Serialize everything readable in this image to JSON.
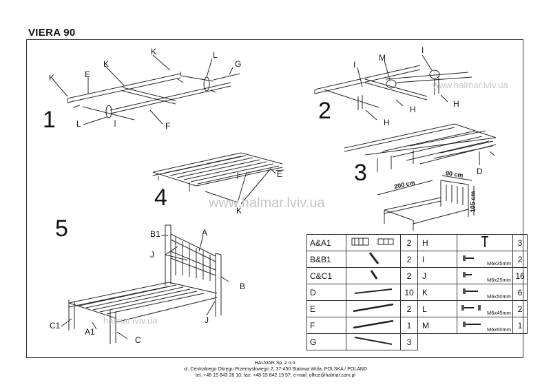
{
  "doc": {
    "title": "VIERA 90",
    "steps": [
      "1",
      "2",
      "3",
      "4",
      "5"
    ],
    "watermarks": [
      "www.halmar.lviv.ua",
      "www.halmar.lviv.ua",
      "halmar.lviv.ua"
    ],
    "dimensions": {
      "length": "200 cm",
      "width": "90 cm",
      "height": "105 cm"
    }
  },
  "callouts": {
    "s1": [
      "K",
      "E",
      "K",
      "K",
      "L",
      "G",
      "L",
      "F"
    ],
    "s2": [
      "I",
      "M",
      "I",
      "H",
      "H",
      "H"
    ],
    "s3": [
      "D"
    ],
    "s4": [
      "E",
      "K"
    ],
    "s5": [
      "B1",
      "A",
      "J",
      "B",
      "C1",
      "A1",
      "C",
      "J"
    ]
  },
  "parts_table": {
    "left": [
      {
        "code": "A&A1",
        "qty": "2",
        "icon": "headboard-panel-icon"
      },
      {
        "code": "B&B1",
        "qty": "2",
        "icon": "long-bar-icon"
      },
      {
        "code": "C&C1",
        "qty": "2",
        "icon": "short-bar-icon"
      },
      {
        "code": "D",
        "qty": "10",
        "icon": "slat-icon"
      },
      {
        "code": "E",
        "qty": "2",
        "icon": "side-rail-icon"
      },
      {
        "code": "F",
        "qty": "1",
        "icon": "center-rail-icon"
      },
      {
        "code": "G",
        "qty": "3",
        "icon": "support-bar-icon"
      }
    ],
    "right": [
      {
        "code": "H",
        "qty": "3",
        "dim": "",
        "icon": "leg-icon"
      },
      {
        "code": "I",
        "qty": "2",
        "dim": "M6x35mm",
        "icon": "bolt-icon"
      },
      {
        "code": "J",
        "qty": "16",
        "dim": "M6x25mm",
        "icon": "bolt-icon"
      },
      {
        "code": "K",
        "qty": "6",
        "dim": "M6x50mm",
        "icon": "bolt-icon"
      },
      {
        "code": "L",
        "qty": "2",
        "dim": "M6x45mm",
        "icon": "bolt-nut-icon"
      },
      {
        "code": "M",
        "qty": "1",
        "dim": "M6x60mm",
        "icon": "bolt-icon"
      }
    ]
  },
  "footer": {
    "company": "HALMAR Sp. z o.o.",
    "address": "ul. Centralnego Okręgu Przemysłowego 2, 37-450 Stalowa Wola, POLSKA / POLAND",
    "contact": "tel. +48 15 843 28 10, fax: +48 15 842 19 57, e-mail: office@halmar.com.pl"
  }
}
